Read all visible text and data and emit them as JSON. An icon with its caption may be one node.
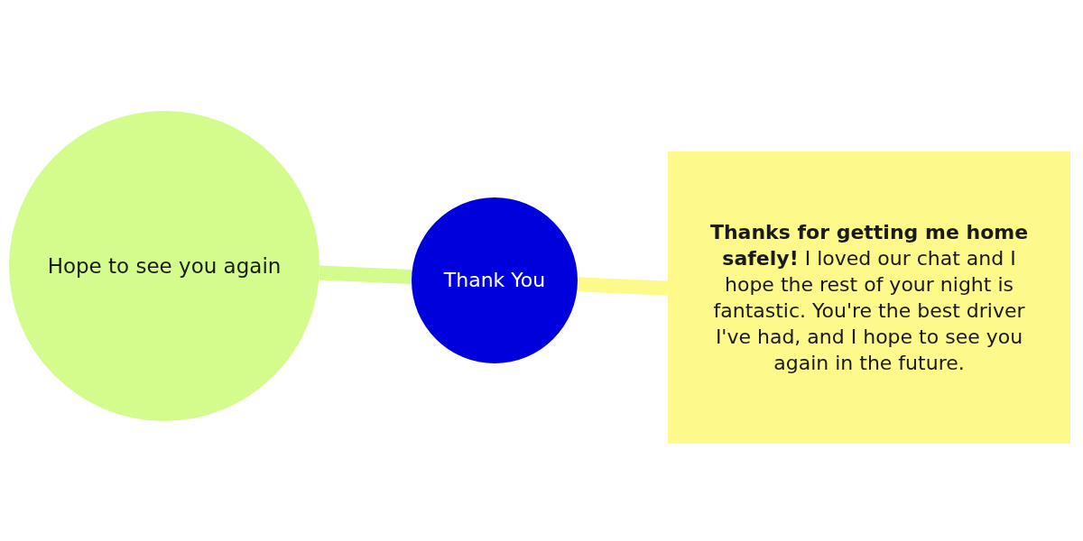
{
  "diagram": {
    "nodes": [
      {
        "text": [
          "Hope to see you again"
        ]
      },
      {
        "text": [
          "Thank You"
        ]
      },
      {
        "text": [
          "**Thanks for getting me home safely!** I loved our chat and I hope the rest of your night is fantastic. You're the best driver I've had, and I hope to see you again in the future."
        ]
      }
    ],
    "edges": [
      {
        "from": 0,
        "to": 1,
        "arrow": "none",
        "color": "#d4fc8c"
      },
      {
        "from": 1,
        "to": 2,
        "arrow": "none",
        "color": "#fdf98a"
      }
    ]
  }
}
